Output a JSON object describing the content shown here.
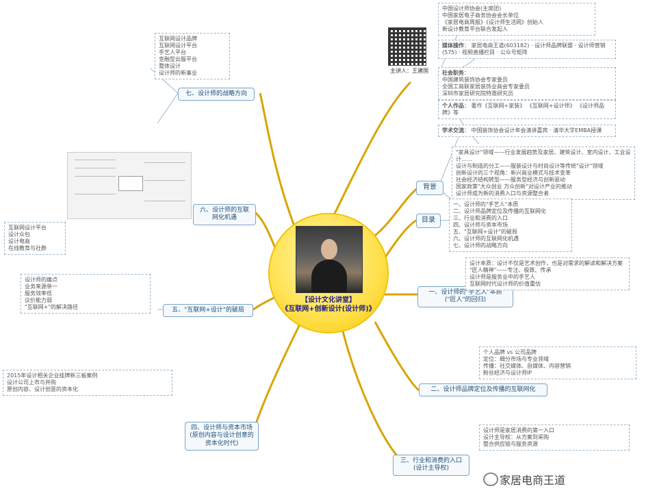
{
  "center": {
    "title_line1": "【设计文化讲堂】",
    "title_line2": "《互联网+创新设计(设计师)》"
  },
  "qr": {
    "label": "主讲人：王建国"
  },
  "branches": {
    "b7": "七、设计师的战略方向",
    "b6": "六、设计师的互联网化机遇",
    "b5": "五、\"互联网+设计\"的破局",
    "b4": "四、设计师与资本市场\n(原创内容与设计创意的资本化时代)",
    "b3": "三、行业和消费的入口\n(设计主导权)",
    "b2": "二、设计师品牌定位及传播的互联网化",
    "b1": "一、设计师的\"手艺人\"本质\n(\"匠人\"的回归)",
    "mulu": "目录",
    "beijing": "背景"
  },
  "right_top": {
    "items": [
      "中国设计师协会(主席团)",
      "中国家居电子商务协会会长单位",
      "《家居电商周报》《设计师生活网》创始人",
      "新设计教育平台联合发起人"
    ],
    "groups": [
      {
        "name": "媒体操作",
        "items": [
          "家居电商王道(603182)",
          "设计师品牌联盟",
          "设计师营销(575)",
          "视频直播栏目",
          "公众号矩阵"
        ]
      },
      {
        "name": "社会职务",
        "items": [
          "中国建筑装饰协会专家委员",
          "全国工商联家居装饰业商会专家委员",
          "深圳市家居研究院特邀研究员"
        ]
      },
      {
        "name": "个人作品",
        "items": [
          "著作《互联网+家装》",
          "《互联网+设计师》",
          "《设计师品牌》等"
        ]
      },
      {
        "name": "学术交流",
        "items": [
          "中国装饰协会设计年会演讲嘉宾",
          "清华大学EMBA授课"
        ]
      }
    ]
  },
  "beijing": {
    "items": [
      "\"家具设计\"领域——行业发展趋势及家居、建筑设计、室内设计、工业设计……",
      "设计与制造的分工——服装设计与时尚设计等传统\"设计\"领域",
      "创新设计的三个视角：新兴商业模式与技术变革",
      "社会经济结构转型——服务型经济与创新驱动",
      "国家政策\"大众创业 万众创新\"对设计产业的推动",
      "设计师成为新的消费入口与资源整合者"
    ]
  },
  "mulu": {
    "items": [
      "一、设计师的\"手艺人\"本质",
      "二、设计师品牌定位及传播的互联网化",
      "三、行业和消费的入口",
      "四、设计师与资本市场",
      "五、\"互联网+设计\"的破局",
      "六、设计师的互联网化机遇",
      "七、设计师的战略方向"
    ]
  },
  "b1_box": {
    "items": [
      "设计本质：设计不仅是艺术创作，也是对需求的解读和解决方案",
      "\"匠人精神\"——专注、极致、传承",
      "设计师是服务业中的手艺人",
      "互联网时代设计师的价值重估"
    ]
  },
  "b2_box": {
    "items": [
      "个人品牌 vs 公司品牌",
      "定位：细分市场与专业领域",
      "传播：社交媒体、自媒体、内容营销",
      "粉丝经济与设计师IP"
    ]
  },
  "b3_box": {
    "items": [
      "设计师是家居消费的第一入口",
      "设计主导权：从方案到采购",
      "整合供应链与服务资源"
    ]
  },
  "b4_box": {
    "items": [
      "2015年设计相关企业挂牌新三板案例",
      "设计公司上市与并购",
      "原创内容、设计创意的资本化"
    ]
  },
  "b5_box": {
    "items": [
      "设计师的痛点",
      "业务来源单一",
      "服务效率低",
      "议价能力弱",
      "\"互联网+\"的解决路径"
    ]
  },
  "b6_box": {
    "items": [
      "互联网设计平台",
      "设计众包",
      "设计电商",
      "在线教育与社群"
    ]
  },
  "b7_box": {
    "items": [
      "互联网设计品牌",
      "互联网设计平台",
      "手艺人平台",
      "金融型云服平台",
      "整体设计",
      "设计师的新事业"
    ]
  },
  "watermark": "家居电商王道"
}
